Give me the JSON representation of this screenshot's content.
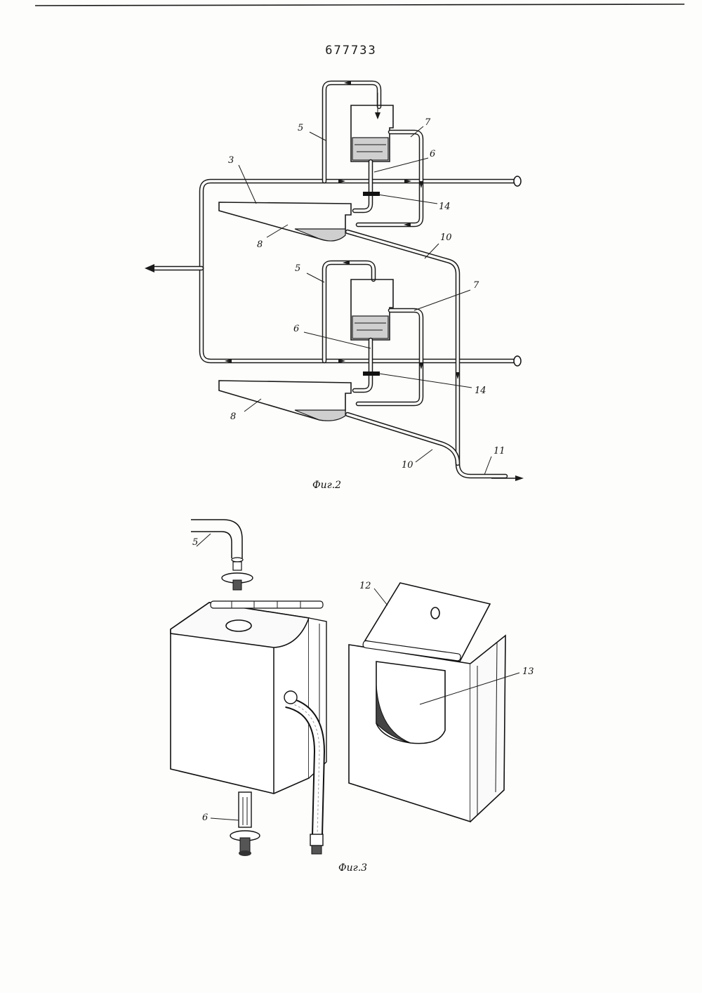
{
  "document": {
    "page_number": "677733"
  },
  "figure2": {
    "caption": "Фиг.2",
    "labels": {
      "pipe_5_top": "5",
      "pipe_5_bottom": "5",
      "tray_3": "3",
      "tank_7_top": "7",
      "tank_7_bottom": "7",
      "tube_6_top": "6",
      "tube_6_bottom": "6",
      "valve_14_top": "14",
      "valve_14_bottom": "14",
      "bowl_8_top": "8",
      "bowl_8_bottom": "8",
      "drain_10_top": "10",
      "drain_10_bottom": "10",
      "outlet_11": "11"
    }
  },
  "figure3": {
    "caption": "Фиг.3",
    "labels": {
      "pipe_5": "5",
      "stem_6": "6",
      "lid_12": "12",
      "opening_13": "13"
    }
  }
}
